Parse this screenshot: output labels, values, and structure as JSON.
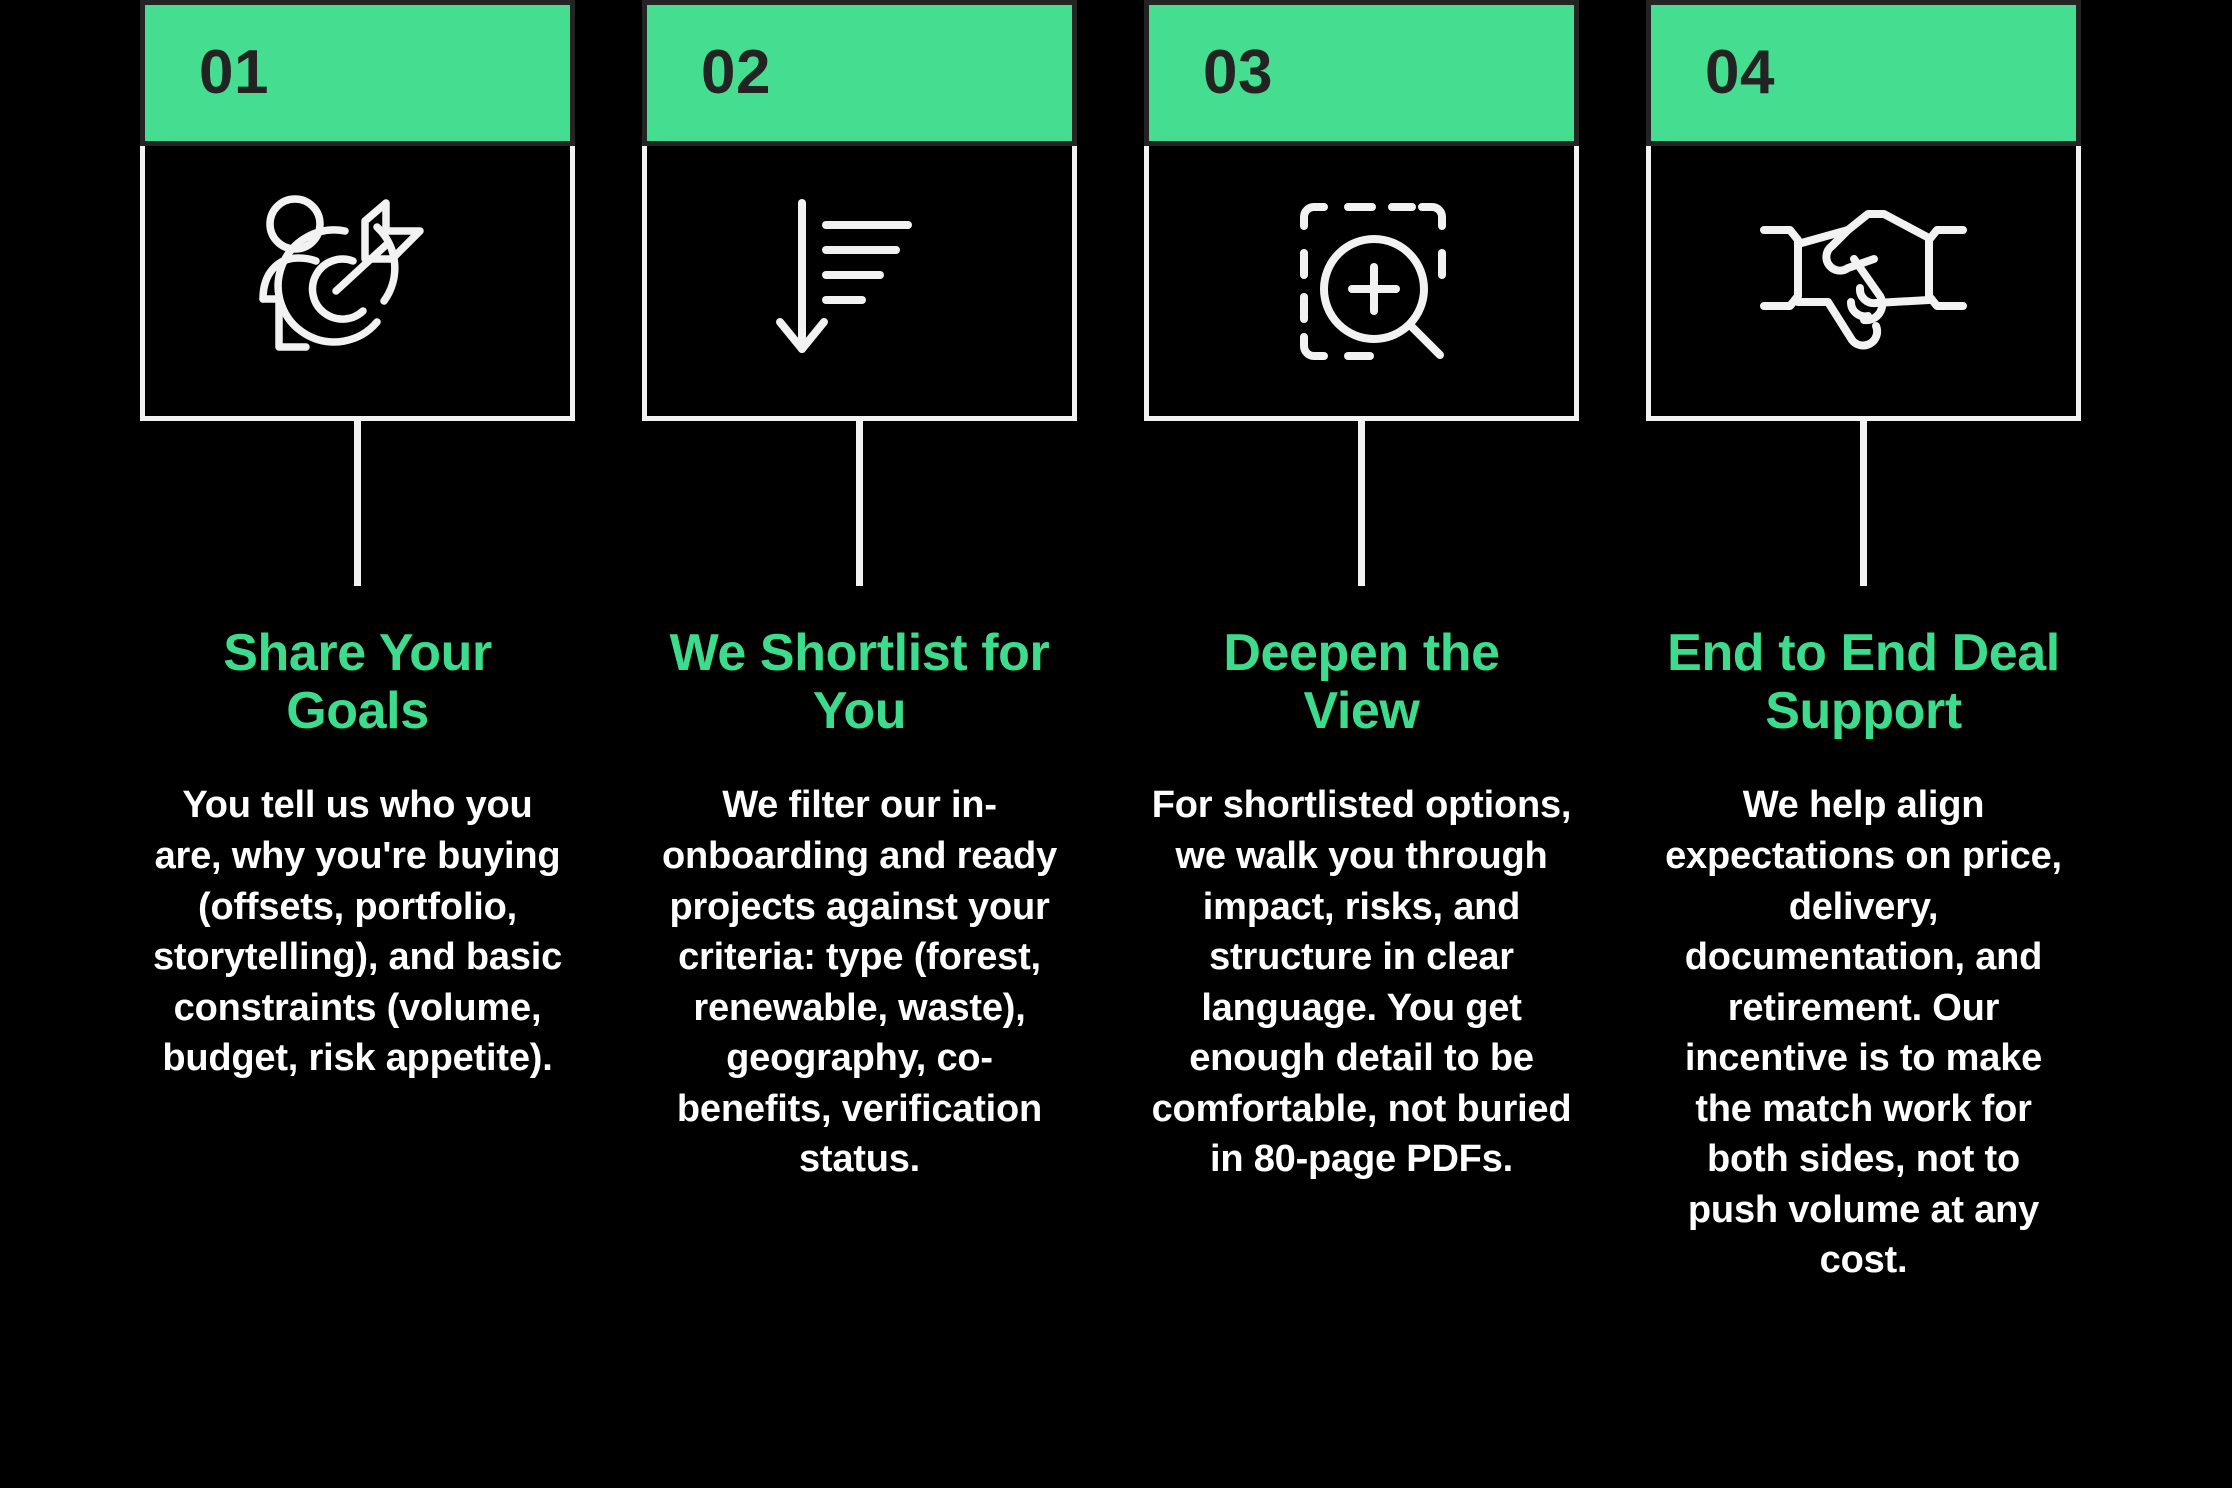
{
  "theme": {
    "background": "#000000",
    "accent_green": "#45dd90",
    "heading_green": "#3ddc8c",
    "number_text": "#232323",
    "body_text": "#ffffff",
    "box_border": "#f2f2f2",
    "banner_border": "#242424"
  },
  "steps": [
    {
      "number": "01",
      "icon": "person-with-target-icon",
      "title": "Share Your Goals",
      "body": "You tell us who you are, why you're buying (offsets, portfolio, storytelling), and basic constraints (volume, budget, risk appetite)."
    },
    {
      "number": "02",
      "icon": "sort-descending-filter-icon",
      "title": "We Shortlist for You",
      "body": "We filter our in-onboarding and ready projects against your criteria: type (forest, renewable, waste), geography, co-benefits, verification status."
    },
    {
      "number": "03",
      "icon": "zoom-in-selection-icon",
      "title": "Deepen the View",
      "body": "For shortlisted options, we walk you through impact, risks, and structure in clear language. You get enough detail to be comfortable, not buried in 80-page PDFs."
    },
    {
      "number": "04",
      "icon": "handshake-icon",
      "title": "End to End Deal Support",
      "body": "We help align expectations on price, delivery, documentation, and retirement. Our incentive is to make the match work for both sides, not to push volume at any cost."
    }
  ]
}
